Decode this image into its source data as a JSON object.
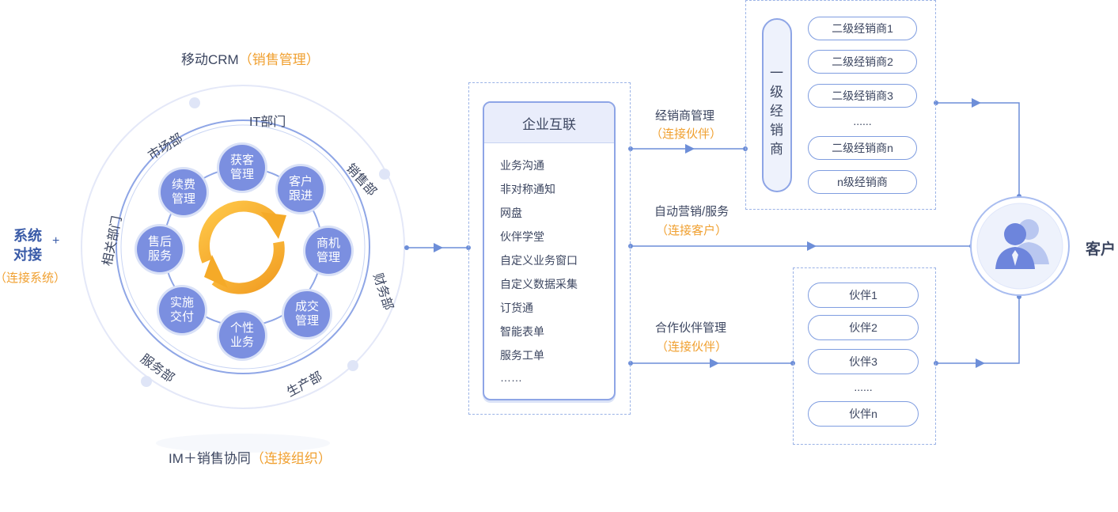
{
  "crm": {
    "mobile_crm": "移动CRM",
    "mobile_crm_note": "（销售管理）",
    "im": "IM＋销售协同",
    "im_note": "（连接组织）",
    "departments": {
      "it": "IT部门",
      "market": "市场部",
      "sales": "销售部",
      "related": "相关部门",
      "finance": "财务部",
      "service": "服务部",
      "production": "生产部"
    },
    "nodes": {
      "acquire": "获客管理",
      "follow": "客户跟进",
      "opportunity": "商机管理",
      "deal": "成交管理",
      "personal": "个性业务",
      "deliver": "实施交付",
      "aftersale": "售后服务",
      "renewal": "续费管理"
    }
  },
  "system": {
    "line1": "系统",
    "line2": "对接",
    "plus": "+",
    "note": "（连接系统）"
  },
  "enterprise": {
    "title": "企业互联",
    "items": [
      "业务沟通",
      "非对称通知",
      "网盘",
      "伙伴学堂",
      "自定义业务窗口",
      "自定义数据采集",
      "订货通",
      "智能表单",
      "服务工单",
      "……"
    ]
  },
  "flows": {
    "dealer_mgmt": "经销商管理",
    "dealer_mgmt_note": "（连接伙伴）",
    "auto_marketing": "自动营销/服务",
    "auto_marketing_note": "（连接客户）",
    "partner_mgmt": "合作伙伴管理",
    "partner_mgmt_note": "（连接伙伴）"
  },
  "dealers": {
    "level1_chars": [
      "一",
      "级",
      "经",
      "销",
      "商"
    ],
    "items": [
      "二级经销商1",
      "二级经销商2",
      "二级经销商3",
      "......",
      "二级经销商n",
      "n级经销商"
    ]
  },
  "partners": {
    "items": [
      "伙伴1",
      "伙伴2",
      "伙伴3",
      "......",
      "伙伴n"
    ]
  },
  "customer": {
    "label": "客户",
    "icon": "user-group-icon"
  },
  "colors": {
    "accent_blue": "#7b8fe0",
    "line_blue": "#6d8ed8",
    "orange": "#f0a030",
    "text_dark": "#3c4660"
  }
}
